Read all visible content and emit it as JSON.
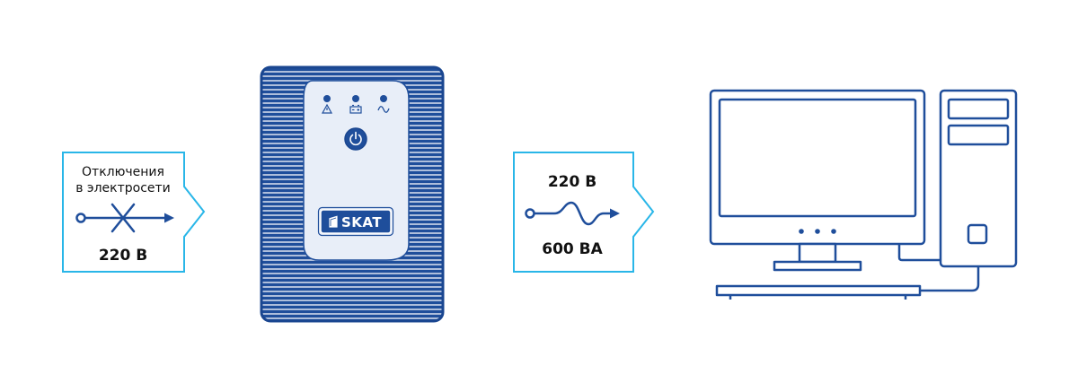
{
  "input_box": {
    "line1": "Отключения",
    "line2": "в электросети",
    "voltage": "220 В"
  },
  "output_box": {
    "voltage": "220 В",
    "power": "600 ВА"
  },
  "ups": {
    "brand": "SKAT",
    "indicators": [
      "warning-icon",
      "battery-icon",
      "ac-wave-icon"
    ],
    "button": "power-icon"
  },
  "colors": {
    "primary": "#1f4e9b",
    "stripe": "#1e4f9e",
    "accent": "#29b6e8",
    "panel": "#e8eef8",
    "text": "#111111"
  }
}
